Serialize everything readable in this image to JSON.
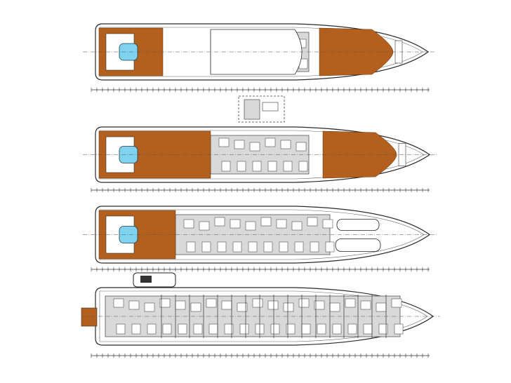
{
  "colors": {
    "teak": "#b3601e",
    "hull_line": "#2a2a2a",
    "pool": "#7fd3ef",
    "interior_grey": "#d9d9d9",
    "background": "#ffffff"
  },
  "decks": [
    {
      "id": "sun-deck"
    },
    {
      "id": "bridge-deck"
    },
    {
      "id": "main-deck"
    },
    {
      "id": "lower-deck"
    }
  ]
}
